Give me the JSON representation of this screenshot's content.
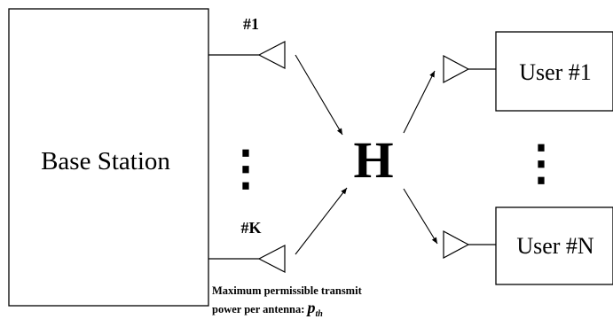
{
  "base_station": {
    "label": "Base Station"
  },
  "antennas": {
    "first_label": "#1",
    "last_label": "#K",
    "ellipsis": "⋮"
  },
  "channel": {
    "label": "H"
  },
  "users": {
    "first_label": "User #1",
    "last_label": "User #N",
    "ellipsis": "⋮"
  },
  "note": {
    "line1": "Maximum permissible transmit",
    "line2_prefix": "power per antenna: ",
    "symbol_main": "p",
    "symbol_sub": "th"
  },
  "colors": {
    "stroke": "#000000",
    "background": "#ffffff"
  }
}
